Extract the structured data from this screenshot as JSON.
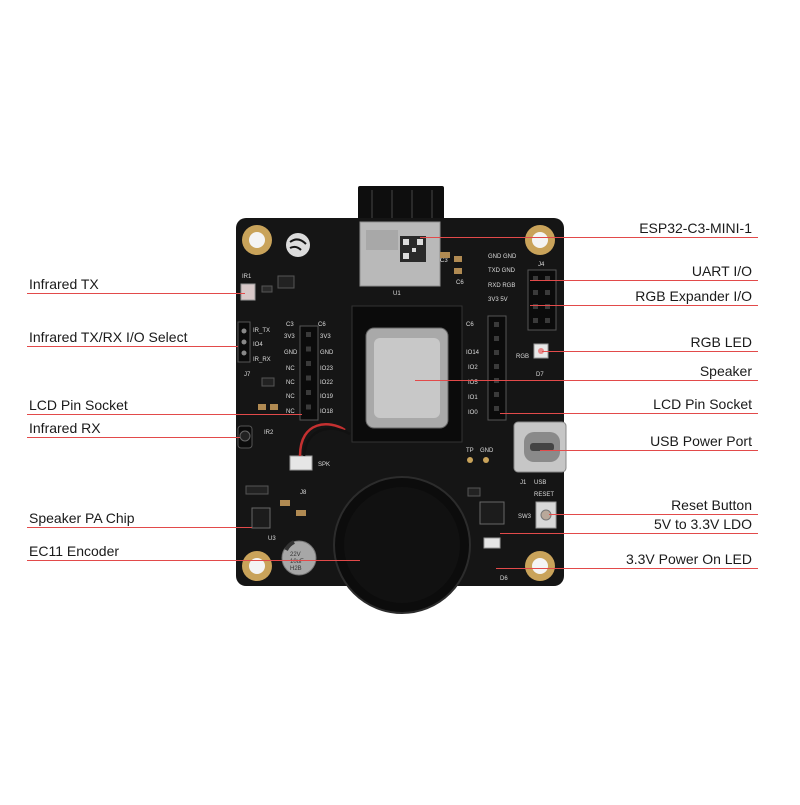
{
  "colors": {
    "pcb": "#151515",
    "silkscreen": "#dcdcdc",
    "leader_line": "#e24a4a",
    "gold": "#c9a35a"
  },
  "callouts_left": [
    {
      "id": "infrared-tx",
      "label": "Infrared TX"
    },
    {
      "id": "infrared-txrx-select",
      "label": "Infrared TX/RX I/O Select"
    },
    {
      "id": "lcd-pin-socket-left",
      "label": "LCD Pin Socket"
    },
    {
      "id": "infrared-rx",
      "label": "Infrared RX"
    },
    {
      "id": "speaker-pa-chip",
      "label": "Speaker PA Chip"
    },
    {
      "id": "ec11-encoder",
      "label": "EC11 Encoder"
    }
  ],
  "callouts_right": [
    {
      "id": "esp32-module",
      "label": "ESP32-C3-MINI-1"
    },
    {
      "id": "uart-io",
      "label": "UART I/O"
    },
    {
      "id": "rgb-expander-io",
      "label": "RGB Expander I/O"
    },
    {
      "id": "rgb-led",
      "label": "RGB LED"
    },
    {
      "id": "speaker",
      "label": "Speaker"
    },
    {
      "id": "lcd-pin-socket-right",
      "label": "LCD Pin Socket"
    },
    {
      "id": "usb-power-port",
      "label": "USB Power Port"
    },
    {
      "id": "reset-button",
      "label": "Reset Button"
    },
    {
      "id": "ldo",
      "label": "5V to 3.3V LDO"
    },
    {
      "id": "power-on-led",
      "label": "3.3V Power On LED"
    }
  ],
  "silkscreen": {
    "ir1": "IR1",
    "ir_tx": "IR_TX",
    "io4": "IO4",
    "ir_rx": "IR_RX",
    "j7": "J7",
    "ir2": "IR2",
    "j8": "J8",
    "spk": "SPK",
    "u1": "U1",
    "u3": "U3",
    "j4": "J4",
    "j1": "J1",
    "usb": "USB",
    "reset": "RESET",
    "sw3": "SW3",
    "d6": "D6",
    "d7": "D7",
    "rgb": "RGB",
    "tp": "TP",
    "gnd": "GND",
    "c3": "C3",
    "c6": "C6",
    "uart_rows": [
      "GND GND",
      "TXD GND",
      "RXD RGB",
      "3V3 5V"
    ],
    "left_header_a": [
      "3V3",
      "GND",
      "NC",
      "NC",
      "NC",
      "NC"
    ],
    "left_header_b": [
      "3V3",
      "GND",
      "IO23",
      "IO22",
      "IO19",
      "IO18"
    ],
    "right_header_labels": [
      "IO14",
      "IO2",
      "IO5",
      "IO1",
      "IO0"
    ],
    "capacitor": [
      "22V",
      "10uF",
      "H2B"
    ]
  }
}
